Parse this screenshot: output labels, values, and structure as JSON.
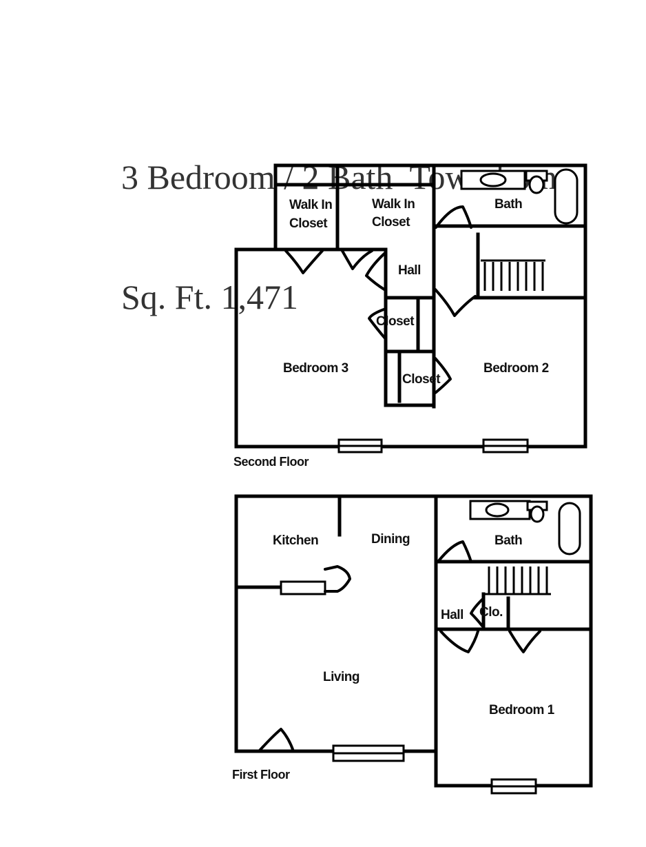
{
  "header": {
    "title_line1": "3 Bedroom / 2 Bath  Town home",
    "title_line2": "Sq. Ft. 1,471"
  },
  "second_floor": {
    "label": "Second Floor",
    "rooms": {
      "walk_in_closet_1_l1": "Walk In",
      "walk_in_closet_1_l2": "Closet",
      "walk_in_closet_2_l1": "Walk In",
      "walk_in_closet_2_l2": "Closet",
      "bath": "Bath",
      "hall": "Hall",
      "closet_upper": "Closet",
      "closet_lower": "Closet",
      "bedroom3": "Bedroom 3",
      "bedroom2": "Bedroom 2"
    }
  },
  "first_floor": {
    "label": "First Floor",
    "rooms": {
      "kitchen": "Kitchen",
      "dining": "Dining",
      "bath": "Bath",
      "hall": "Hall",
      "closet": "Clo.",
      "living": "Living",
      "bedroom1": "Bedroom 1"
    }
  }
}
